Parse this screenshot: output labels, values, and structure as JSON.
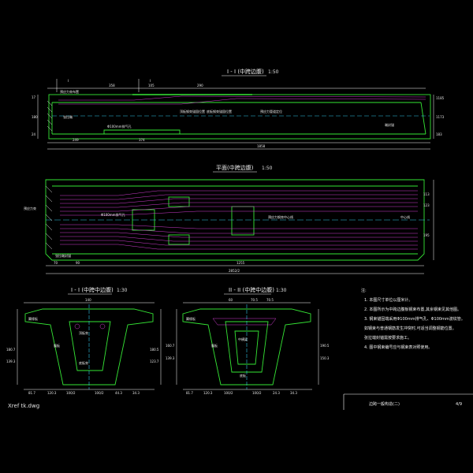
{
  "section_elev": {
    "title": "I - I (中跨边腹)",
    "scale": "1:50",
    "marks": [
      "I",
      "I"
    ],
    "dims_top": [
      "358",
      "105",
      "290"
    ],
    "dims_bot": [
      "249",
      "374",
      "1858"
    ],
    "dims_left": [
      "180",
      "17",
      "24"
    ],
    "dims_right": [
      "1185",
      "1173",
      "183"
    ],
    "labels": [
      "预应力束布置",
      "顶板钢束锚固位置",
      "底板钢束锚固位置",
      "预应力管道定位",
      "Φ100mm排气孔",
      "张拉端",
      "端封锚"
    ]
  },
  "plan": {
    "title": "平面(中跨边腹)",
    "scale": "1:50",
    "dims_bot": [
      "70",
      "90",
      "1255"
    ],
    "total_dim": "2852/2",
    "dims_right": [
      "113",
      "123",
      "195"
    ],
    "labels": [
      "预应力束",
      "Φ100mm排气孔",
      "预应力钢束中心线",
      "中心线",
      "张拉端封锚"
    ]
  },
  "sec_I": {
    "title": "I - I (中跨中边腹)",
    "scale": "1:30",
    "top_dim": "140",
    "bot_dims": [
      "81.7",
      "120.3",
      "100/2",
      "100/2",
      "44.3",
      "34.3"
    ],
    "left_dims": [
      "180.7",
      "139.3"
    ],
    "right_dims": [
      "180.5",
      "123.7"
    ],
    "labels": [
      "翼缘板",
      "腹板",
      "顶板束",
      "底板束"
    ]
  },
  "sec_II": {
    "title": "II - II (中跨中边腹)",
    "scale": "1:30",
    "top_dims": [
      "60",
      "70.5",
      "70.5"
    ],
    "bot_dims": [
      "81.7",
      "120.3",
      "100/2",
      "100/2",
      "24.3",
      "34.3"
    ],
    "left_dims": [
      "160.7",
      "139.3"
    ],
    "right_dims": [
      "190.5",
      "150.3"
    ],
    "labels": [
      "翼缘板",
      "腹板",
      "底板",
      "中横梁"
    ]
  },
  "notes": {
    "header": "注:",
    "items": [
      "1. 本图尺寸单位以厘米计。",
      "2. 本图所示为中跨边腹板钢束布置,其余钢束见其他图。",
      "3. 钢束锚固端采用Φ100mm排气孔、Φ100mm波纹管。",
      "   如钢束与普通钢筋发生冲突时,可适当调整钢筋位置。",
      "   张拉端封锚需按要求施工。",
      "4. 图中钢束编号应与钢束表对照使用。"
    ]
  },
  "title_block": {
    "name": "边跨一般构造(二)",
    "page": "4/9"
  },
  "file_name": "Xref tk.dwg",
  "colors": {
    "outline": "#35e635",
    "tendon": "#d23cd2",
    "centerline": "#30c8e8",
    "dimension": "#ffffff",
    "background": "#000000"
  }
}
